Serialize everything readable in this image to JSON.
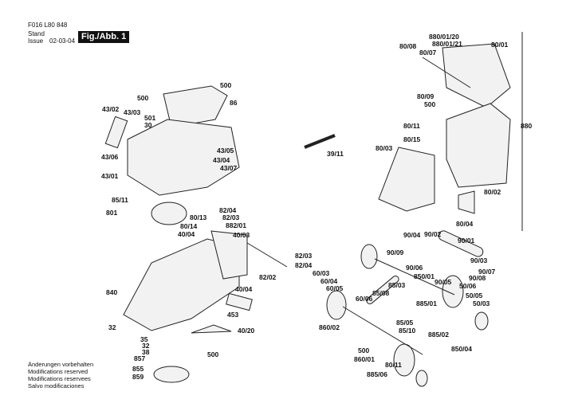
{
  "header": {
    "part_number": "F016 L80 848",
    "stand_label": "Stand",
    "issue_label": "Issue",
    "issue_date": "02-03-04",
    "figure": "Fig./Abb. 1"
  },
  "notes": [
    "Änderungen vorbehalten",
    "Modifications reserved",
    "Modifications reservees",
    "Salvo modificaciones"
  ],
  "labels": {
    "l500a": "500",
    "l500b": "500",
    "l86": "86",
    "l4302": "43/02",
    "l4303": "43/03",
    "l501": "501",
    "l30": "30",
    "l4306": "43/06",
    "l4305": "43/05",
    "l4304": "43/04",
    "l4307": "43/07",
    "l4301": "43/01",
    "l8511": "85/11",
    "l801": "801",
    "l8013": "80/13",
    "l8014": "80/14",
    "l4004": "40/04",
    "l8204a": "82/04",
    "l8203a": "82/03",
    "l88201": "882/01",
    "l4003": "40/03",
    "l8203b": "82/03",
    "l8204b": "82/04",
    "l8202": "82/02",
    "l840": "840",
    "l4004b": "40/04",
    "l453": "453",
    "l32a": "32",
    "l4020": "40/20",
    "l500c": "500",
    "l35": "35",
    "l32b": "32",
    "l38": "38",
    "l857": "857",
    "l855": "855",
    "l859": "859",
    "l3911": "39/11",
    "l8800120": "880/01/20",
    "l8800121": "880/01/21",
    "l8008": "80/08",
    "l8007": "80/07",
    "l8001": "80/01",
    "l8009": "80/09",
    "l500d": "500",
    "l8011": "80/11",
    "l8015": "80/15",
    "l880": "880",
    "l8003": "80/03",
    "l8002": "80/02",
    "l8004": "80/04",
    "l9004": "90/04",
    "l9002": "90/02",
    "l9001": "90/01",
    "l9009": "90/09",
    "l9003": "90/03",
    "l9006": "90/06",
    "l9007": "90/07",
    "l9008": "90/08",
    "l85001": "850/01",
    "l9005": "90/05",
    "l6003": "60/03",
    "l6004": "60/04",
    "l6005": "60/05",
    "l8503": "85/03",
    "l5006": "50/06",
    "l8508": "85/08",
    "l88501": "885/01",
    "l5005": "50/05",
    "l5003": "50/03",
    "l6006": "60/06",
    "l86002": "860/02",
    "l8505": "85/05",
    "l8510": "85/10",
    "l88502": "885/02",
    "l500e": "500",
    "l86001": "860/01",
    "l8011b": "80/11",
    "l88506": "885/06",
    "l85004": "850/04"
  }
}
